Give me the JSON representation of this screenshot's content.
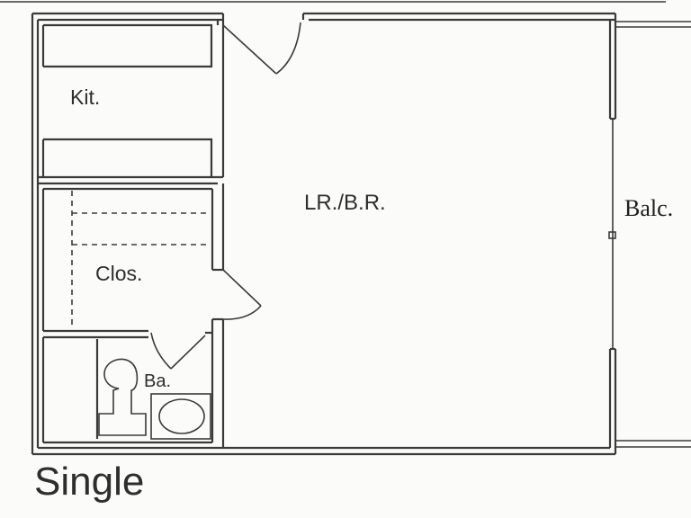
{
  "rooms": {
    "kitchen": "Kit.",
    "living_bedroom": "LR./B.R.",
    "closet": "Clos.",
    "bath": "Ba.",
    "balcony": "Balc."
  },
  "plan_title": "Single"
}
